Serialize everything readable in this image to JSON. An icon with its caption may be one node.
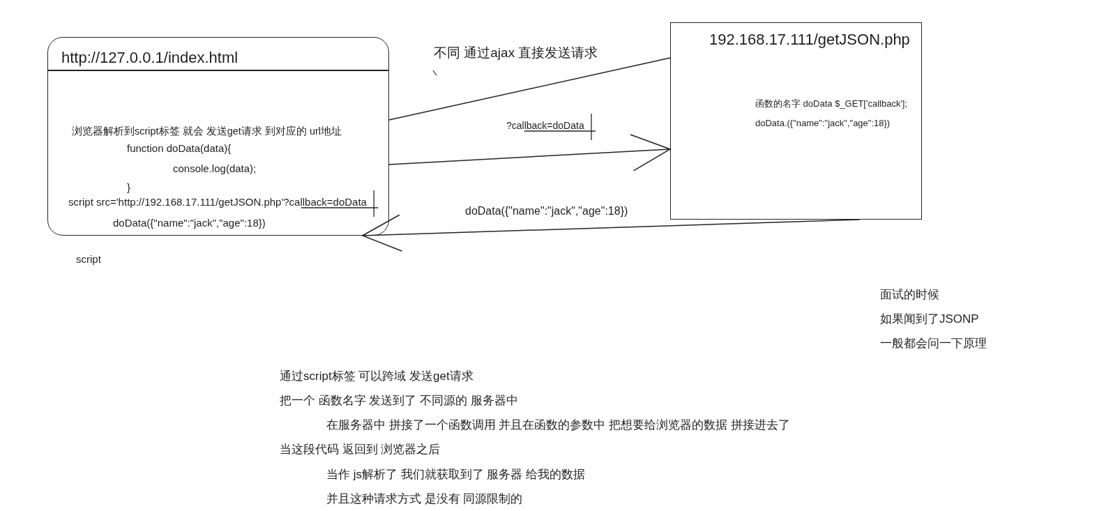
{
  "diagram": {
    "nodes": [
      {
        "text": [
          "http://127.0.0.1/index.html",
          "浏览器解析到script标签 就会 发送get请求 到对应的 url地址",
          "function doData(data){",
          "console.log(data);",
          "}",
          "script src='http://192.168.17.111/getJSON.php'?callback=doData",
          "doData({\"name\":\"jack\",\"age\":18})"
        ],
        "beside": [
          "script"
        ]
      },
      {
        "text": [
          "192.168.17.111/getJSON.php",
          "函数的名字 doData $_GET['callback'];",
          "doData.({\"name\":\"jack\",\"age\":18})"
        ]
      }
    ],
    "edges": [
      {
        "from": 0,
        "to": 1,
        "arrow": "none",
        "label": "不同 通过ajax 直接发送请求"
      },
      {
        "from": 0,
        "to": 1,
        "arrow": "to",
        "label": "?callback=doData"
      },
      {
        "from": 1,
        "to": 0,
        "arrow": "to",
        "label": "doData({\"name\":\"jack\",\"age\":18})"
      }
    ],
    "labels": [
      "面试的时候",
      "如果闻到了JSONP",
      "一般都会问一下原理",
      "通过script标签 可以跨域 发送get请求",
      "把一个 函数名字 发送到了 不同源的 服务器中",
      "在服务器中 拼接了一个函数调用 并且在函数的参数中 把想要给浏览器的数据 拼接进去了",
      "当这段代码 返回到 浏览器之后",
      "当作 js解析了 我们就获取到了 服务器 给我的数据",
      "并且这种请求方式 是没有 同源限制的"
    ]
  }
}
